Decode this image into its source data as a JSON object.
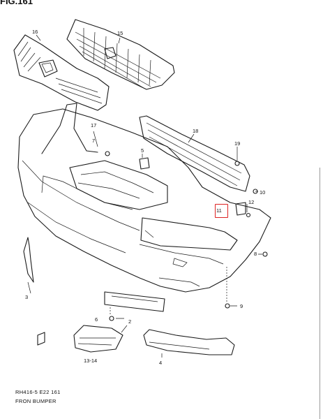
{
  "header": {
    "fig_label": "FIG.161"
  },
  "callout": {
    "color": "#dd2222",
    "part": "11"
  },
  "parts": [
    {
      "id": "16",
      "label": "16"
    },
    {
      "id": "15",
      "label": "15"
    },
    {
      "id": "17",
      "label": "17"
    },
    {
      "id": "18",
      "label": "18"
    },
    {
      "id": "7",
      "label": "7"
    },
    {
      "id": "5",
      "label": "5"
    },
    {
      "id": "19",
      "label": "19"
    },
    {
      "id": "10",
      "label": "10"
    },
    {
      "id": "12",
      "label": "12"
    },
    {
      "id": "11",
      "label": "11"
    },
    {
      "id": "8",
      "label": "8"
    },
    {
      "id": "3",
      "label": "3"
    },
    {
      "id": "9",
      "label": "9"
    },
    {
      "id": "6",
      "label": "6"
    },
    {
      "id": "2",
      "label": "2"
    },
    {
      "id": "13-14",
      "label": "13-14"
    },
    {
      "id": "4",
      "label": "4"
    }
  ],
  "footer": {
    "code": "RH416-5 E22  161",
    "title": "FRON  BUMPER"
  }
}
